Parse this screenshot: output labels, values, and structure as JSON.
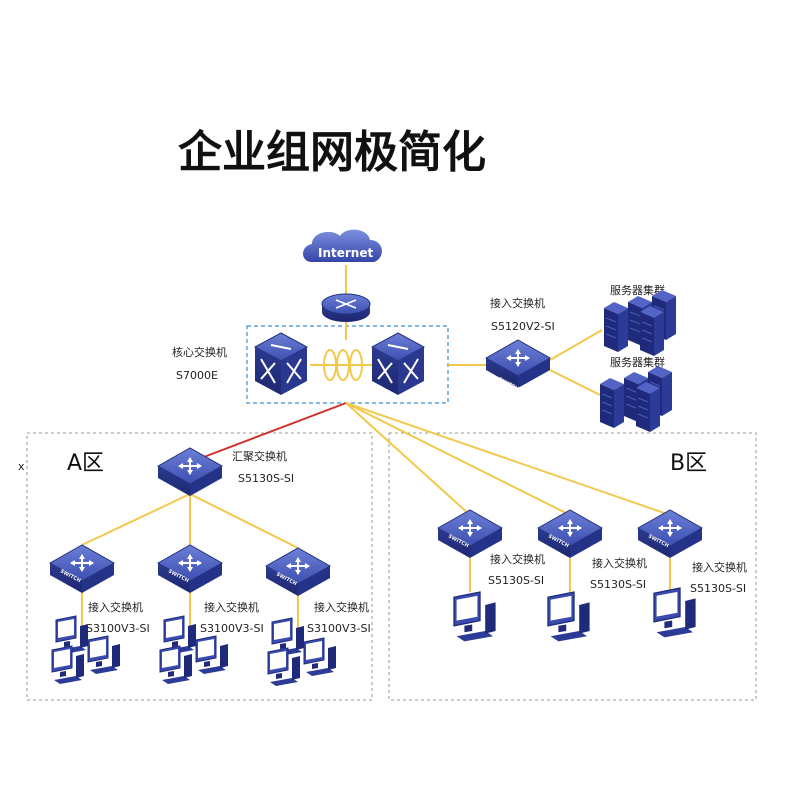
{
  "title": "企业组网极简化",
  "internet": {
    "label": "Internet"
  },
  "core": {
    "label_line1": "核心交换机",
    "label_line2": "S7000E"
  },
  "access_top": {
    "label_line1": "接入交换机",
    "label_line2": "S5120V2-SI"
  },
  "server_clusters": [
    {
      "label": "服务器集群"
    },
    {
      "label": "服务器集群"
    }
  ],
  "zone_a": {
    "label": "A区",
    "marker": "x",
    "aggregation": {
      "label_line1": "汇聚交换机",
      "label_line2": "S5130S-SI"
    },
    "access": [
      {
        "label_line1": "接入交换机",
        "label_line2": "S3100V3-SI"
      },
      {
        "label_line1": "接入交换机",
        "label_line2": "S3100V3-SI"
      },
      {
        "label_line1": "接入交换机",
        "label_line2": "S3100V3-SI"
      }
    ]
  },
  "zone_b": {
    "label": "B区",
    "access": [
      {
        "label_line1": "接入交换机",
        "label_line2": "S5130S-SI"
      },
      {
        "label_line1": "接入交换机",
        "label_line2": "S5130S-SI"
      },
      {
        "label_line1": "接入交换机",
        "label_line2": "S5130S-SI"
      }
    ]
  },
  "switch_badge": "SWITCH",
  "colors": {
    "device_blue": "#2f3f9e",
    "link_yellow": "#f2c94c",
    "link_red": "#d0312d",
    "box_dash": "#3a8fd1"
  }
}
